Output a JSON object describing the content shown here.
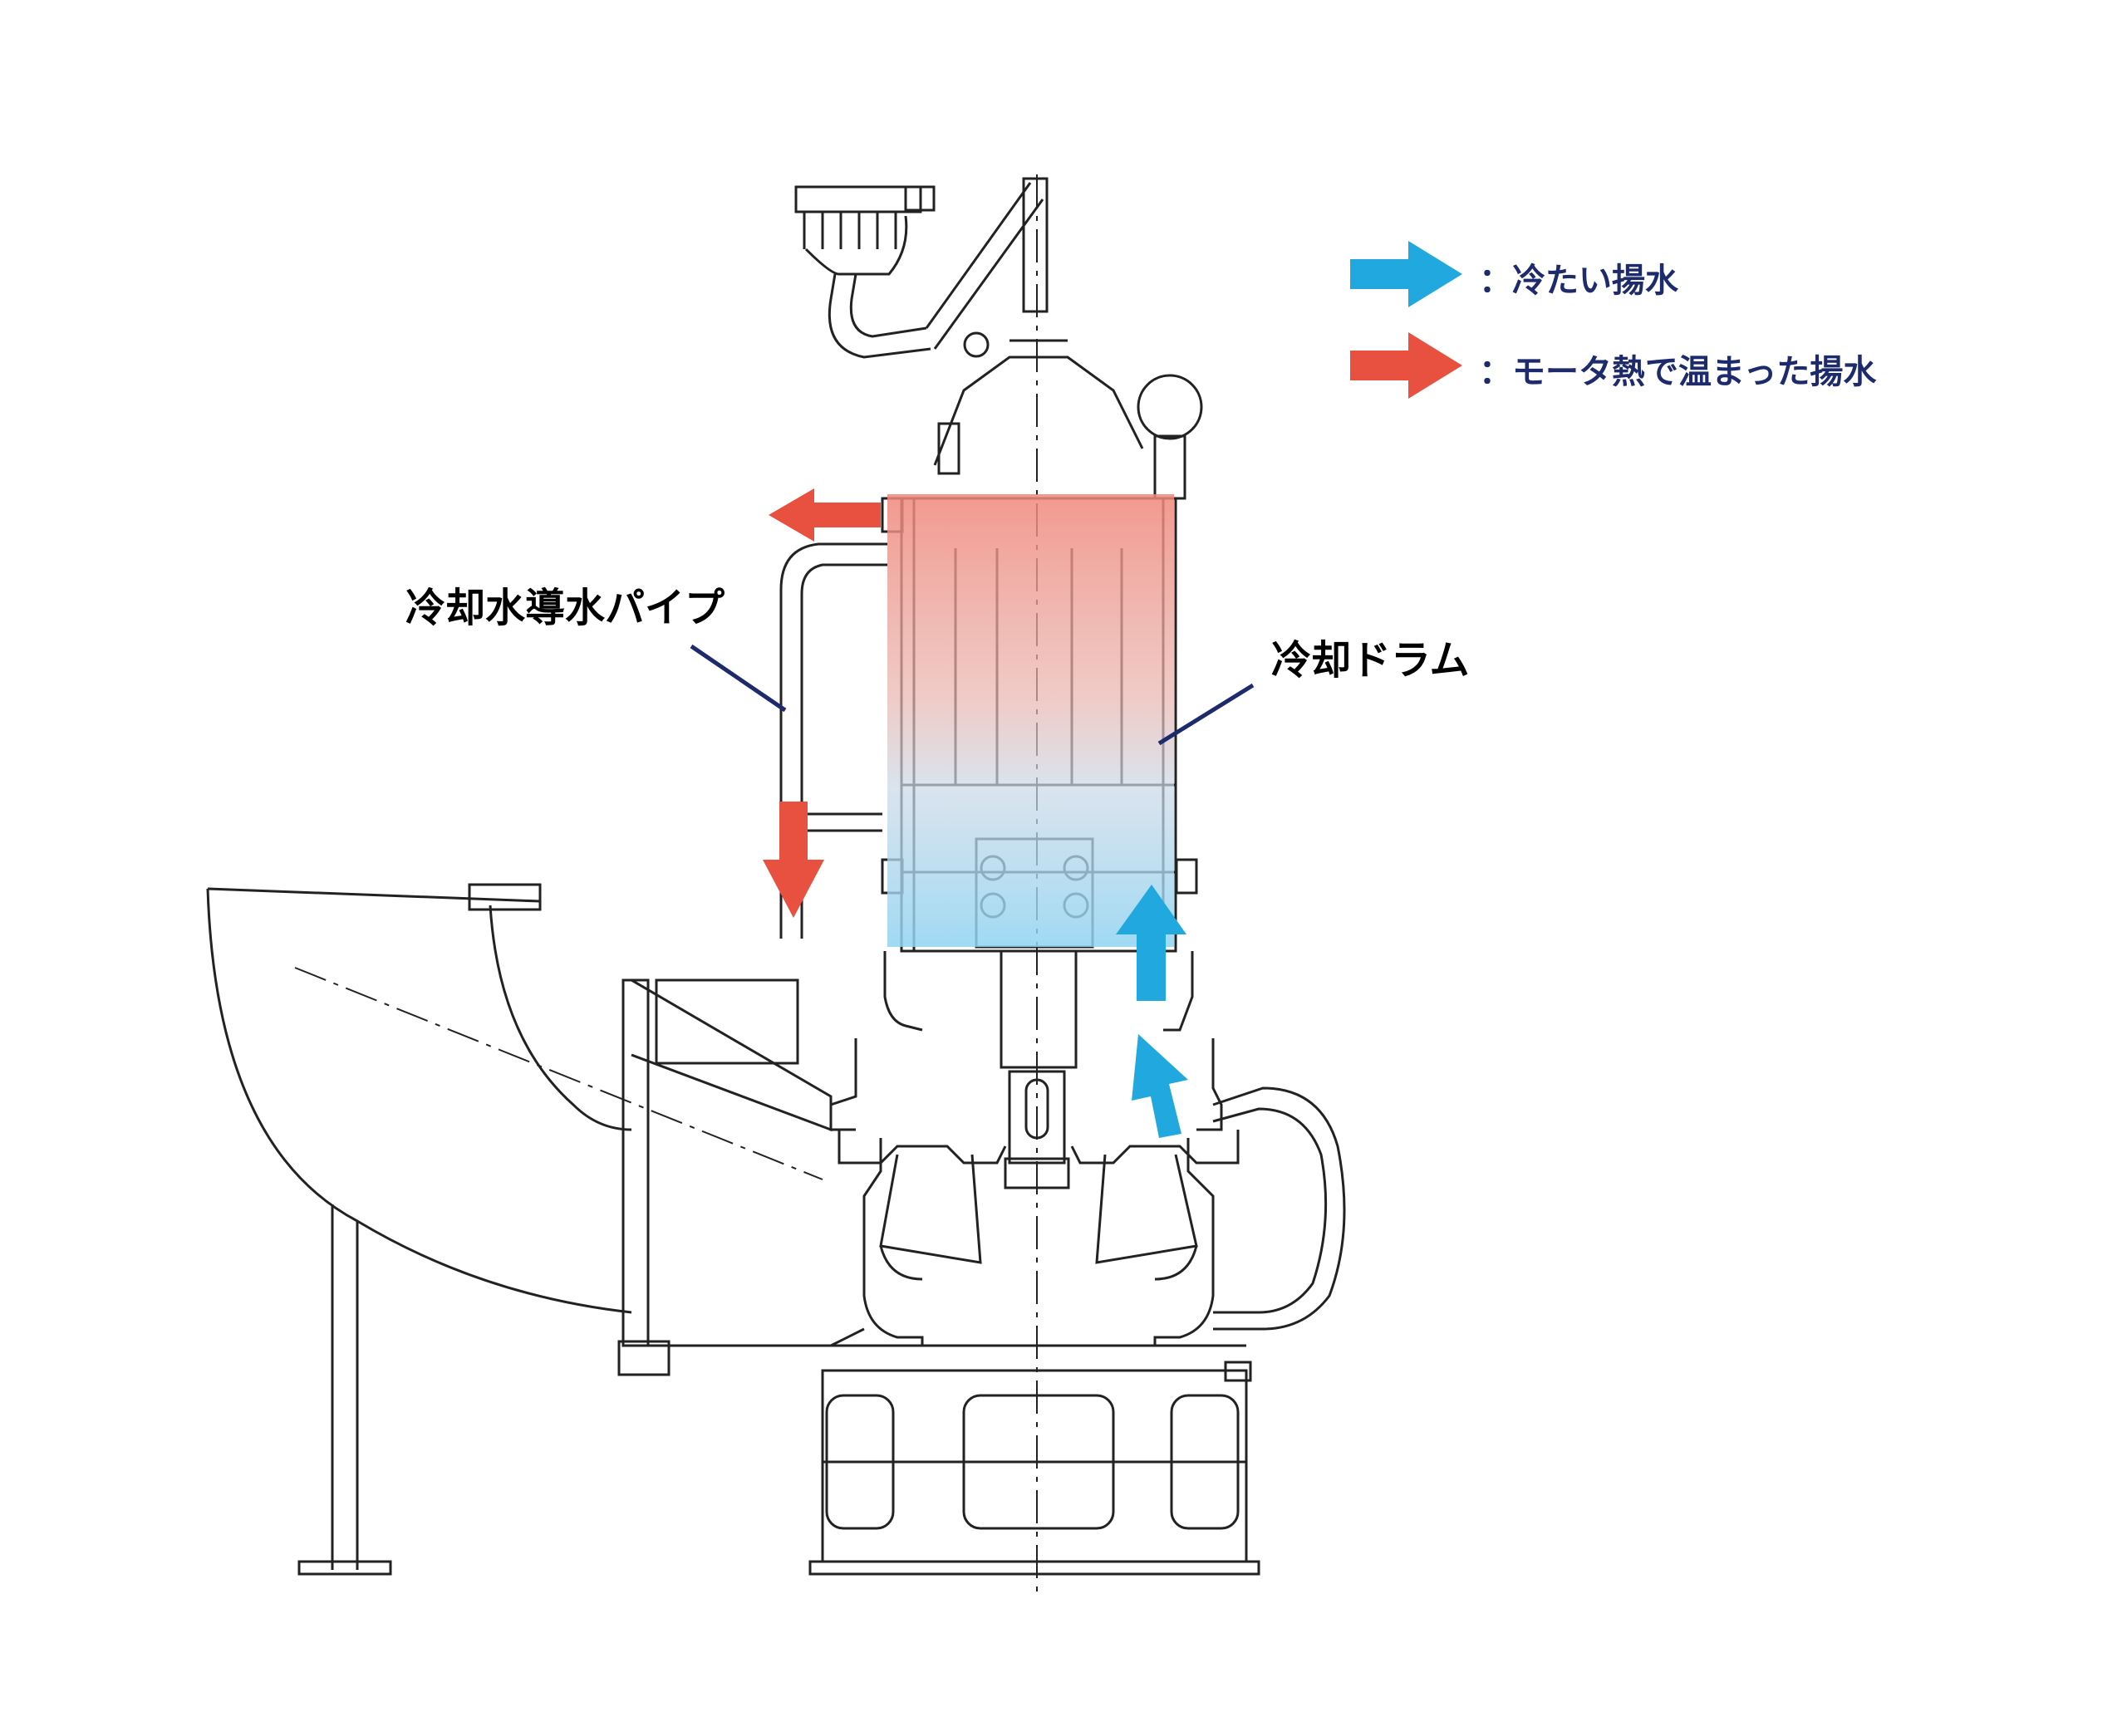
{
  "legend": {
    "cold": {
      "text": "：冷たい揚水",
      "color": "#21a9df"
    },
    "warm": {
      "text": "：モータ熱で温まった揚水",
      "color": "#e8503f"
    }
  },
  "callouts": {
    "pipe": "冷却水導水パイプ",
    "drum": "冷却ドラム"
  },
  "colors": {
    "line": "#222222",
    "leader": "#1d2a6b",
    "drum_top": "#f08b7f",
    "drum_bottom": "#8fd3f2"
  }
}
